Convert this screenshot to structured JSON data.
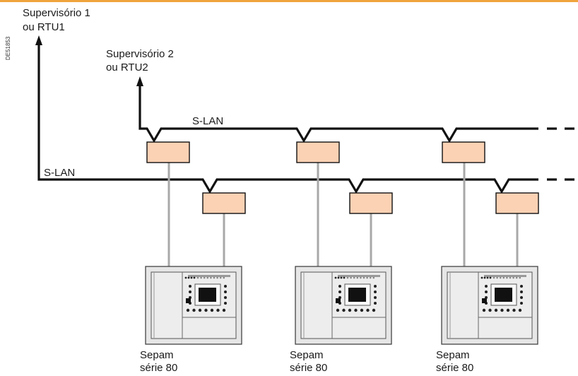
{
  "reference_code": "DE51853",
  "supervisor_1": {
    "line1": "Supervisório 1",
    "line2": "ou RTU1"
  },
  "supervisor_2": {
    "line1": "Supervisório 2",
    "line2": "ou RTU2"
  },
  "bus_upper_label": "S-LAN",
  "bus_lower_label": "S-LAN",
  "devices": [
    {
      "line1": "Sepam",
      "line2": "série 80"
    },
    {
      "line1": "Sepam",
      "line2": "série 80"
    },
    {
      "line1": "Sepam",
      "line2": "série 80"
    }
  ],
  "colors": {
    "accent_bar": "#f0a43c",
    "interface_box": "#fcd2b4",
    "device_body": "#e6e6e6",
    "wire": "#a8a8a8",
    "bus": "#111111"
  }
}
